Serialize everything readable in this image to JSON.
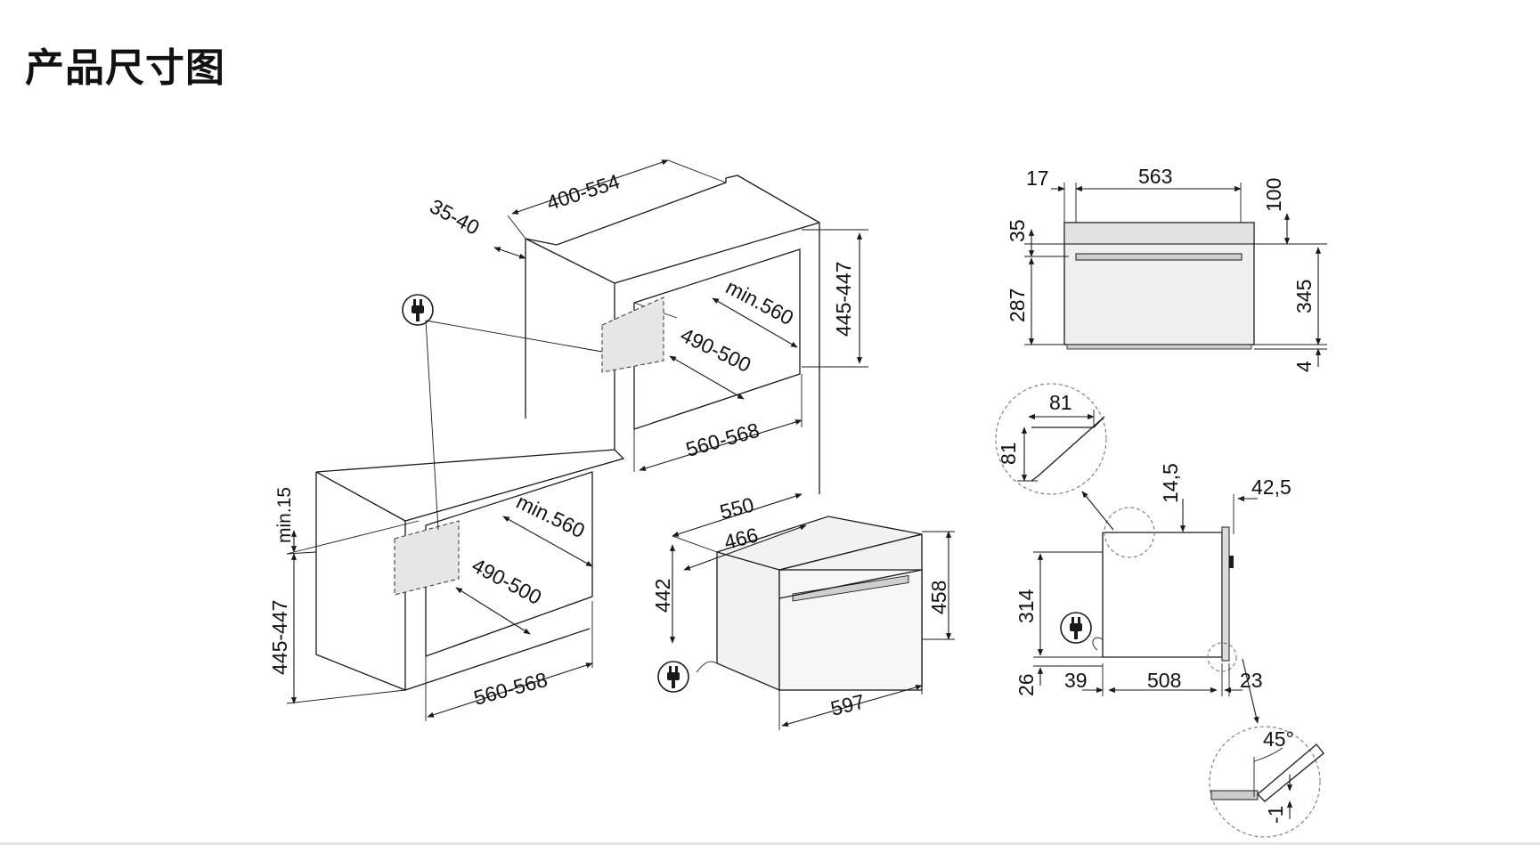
{
  "page": {
    "title": "产品尺寸图"
  },
  "dims": {
    "d400_554": "400-554",
    "d35_40": "35-40",
    "d445_447_top": "445-447",
    "dmin560_top": "min.560",
    "d490_500_top": "490-500",
    "d560_568_top": "560-568",
    "dmin15": "min.15",
    "d445_447_bottom": "445-447",
    "dmin560_bottom": "min.560",
    "d490_500_bottom": "490-500",
    "d560_568_bottom": "560-568",
    "d550": "550",
    "d466": "466",
    "d442": "442",
    "d458": "458",
    "d597": "597",
    "d17": "17",
    "d563": "563",
    "d100": "100",
    "d35": "35",
    "d287": "287",
    "d345": "345",
    "d4": "4",
    "d81_h": "81",
    "d81_v": "81",
    "d14_5": "14,5",
    "d42_5": "42,5",
    "d314": "314",
    "d26": "26",
    "d39": "39",
    "d508": "508",
    "d23": "23",
    "d45deg": "45°",
    "dminus1": "-1"
  },
  "icons": [
    "plug-icon"
  ]
}
